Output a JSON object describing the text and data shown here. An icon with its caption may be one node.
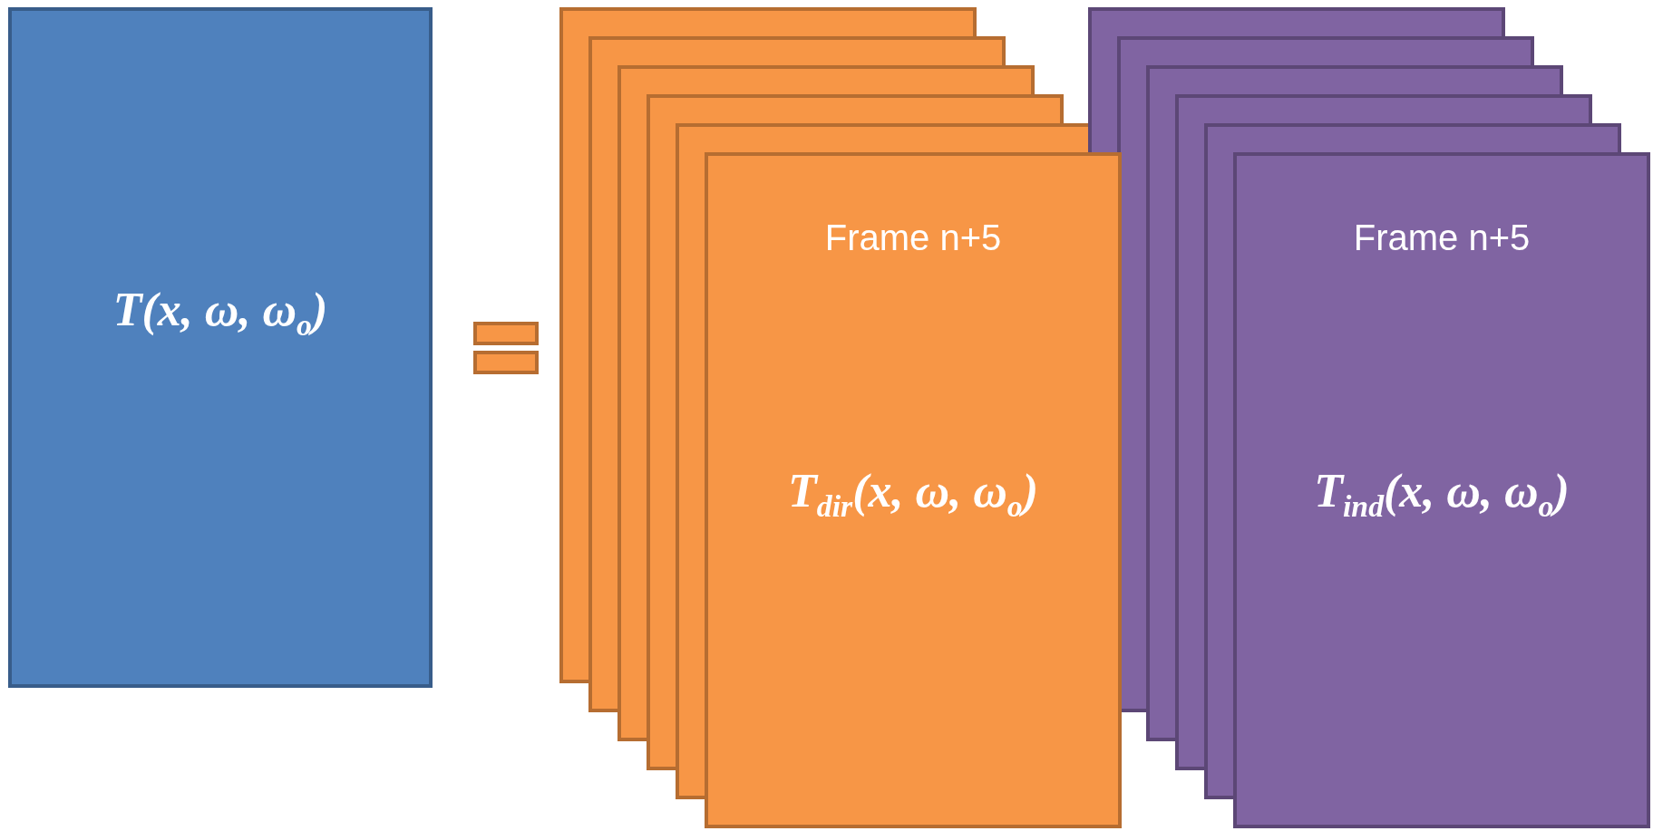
{
  "diagram": {
    "nodes": [
      {
        "text": [
          "T(x, ω, ω$_{o}$)"
        ]
      },
      {
        "text": [
          "Frame n+5",
          "T$_{dir}$(x, ω, ω$_{o}$)"
        ]
      },
      {
        "text": [
          "Frame n+5",
          "T$_{ind}$(x, ω, ω$_{o}$)"
        ]
      }
    ],
    "edges": []
  }
}
